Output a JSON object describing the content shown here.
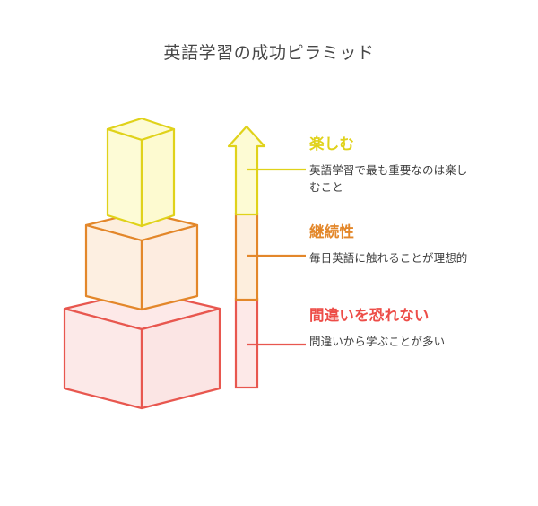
{
  "title": "英語学習の成功ピラミッド",
  "colors": {
    "level_top_stroke": "#e0d21a",
    "level_top_fill": "#fdfbd4",
    "level_mid_stroke": "#e3872a",
    "level_mid_fill": "#fdeedd",
    "level_bottom_stroke": "#e8574f",
    "level_bottom_fill": "#fde9e8",
    "title_text": "#474747",
    "body_text": "#3f3f3f"
  },
  "levels": [
    {
      "id": "top",
      "heading": "楽しむ",
      "description": "英語学習で最も重要なのは楽しむこと",
      "color": "#e0d21a",
      "fill": "#fdfbd4",
      "rank": 1
    },
    {
      "id": "middle",
      "heading": "継続性",
      "description": "毎日英語に触れることが理想的",
      "color": "#e3872a",
      "fill": "#fdeedd",
      "rank": 2
    },
    {
      "id": "bottom",
      "heading": "間違いを恐れない",
      "description": "間違いから学ぶことが多い",
      "color": "#e8574f",
      "fill": "#fde9e8",
      "rank": 3
    }
  ],
  "arrow": {
    "direction": "up",
    "segments": [
      {
        "id": "top",
        "color": "#e0d21a",
        "fill": "#fdfbd4"
      },
      {
        "id": "middle",
        "color": "#e3872a",
        "fill": "#fdeedd"
      },
      {
        "id": "bottom",
        "color": "#e8574f",
        "fill": "#fde9e8"
      }
    ]
  }
}
